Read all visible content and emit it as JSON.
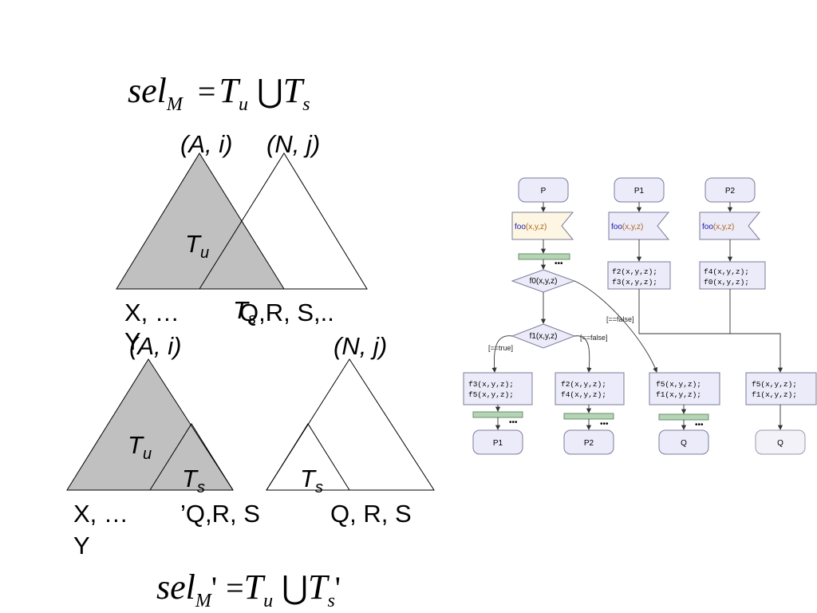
{
  "formula_top": {
    "lhs": "sel",
    "lhs_sub": "M",
    "eq": "=",
    "t1": "T",
    "t1_sub": "u",
    "op": "⋃",
    "t2": "T",
    "t2_sub": "s"
  },
  "formula_bottom": {
    "lhs": "sel",
    "lhs_sub": "M",
    "lhs_prime": "'",
    "eq": "=",
    "t1": "T",
    "t1_sub": "u",
    "op": "⋃",
    "t2": "T",
    "t2_sub": "s",
    "t2_prime": "'"
  },
  "tree_top": {
    "label_a": "(A, i)",
    "label_n": "(N, j)",
    "tu": "T",
    "tu_sub": "u",
    "ts": "T",
    "ts_sub": "s",
    "leaves_left": "X, …",
    "leaves_left_2": "Y",
    "leaves_right": "Q,R, S,.."
  },
  "tree_bottom": {
    "label_a": "(A, i)",
    "label_n": "(N, j)",
    "tu": "T",
    "tu_sub": "u",
    "ts_left": "T",
    "ts_left_sub": "s",
    "ts_right": "T",
    "ts_right_sub": "s",
    "leaves_left": "X, …",
    "leaves_left_2": "Y",
    "leaves_mid": "’Q,R, S",
    "leaves_right": "Q, R, S"
  },
  "flow": {
    "start_p": "P",
    "start_p1": "P1",
    "start_p2": "P2",
    "foo_fn": "foo",
    "foo_args": "(x,y,z)",
    "f0_label": "f0(x,y,z)",
    "f1_label": "f1(x,y,z)",
    "ellipsis": "•••",
    "box_p1": [
      "f2(x,y,z);",
      "f3(x,y,z);"
    ],
    "box_p2": [
      "f4(x,y,z);",
      "f0(x,y,z);"
    ],
    "box_a": [
      "f3(x,y,z);",
      "f5(x,y,z);"
    ],
    "box_b": [
      "f2(x,y,z);",
      "f4(x,y,z);"
    ],
    "box_c": [
      "f5(x,y,z);",
      "f1(x,y,z);"
    ],
    "box_d": [
      "f5(x,y,z);",
      "f1(x,y,z);"
    ],
    "edge_true": "[==true]",
    "edge_false_1": "[==false]",
    "edge_false_2": "[==false]",
    "end_p1": "P1",
    "end_p2": "P2",
    "end_q1": "Q",
    "end_q2": "Q"
  },
  "colors": {
    "tree_fill": "#c0c0c0",
    "node_fill": "#ecebfa",
    "node_stroke": "#7b7b9a",
    "bar_fill": "#b5d4b5",
    "arg_color": "#b0651a",
    "fn_color": "#1a1aa6"
  }
}
